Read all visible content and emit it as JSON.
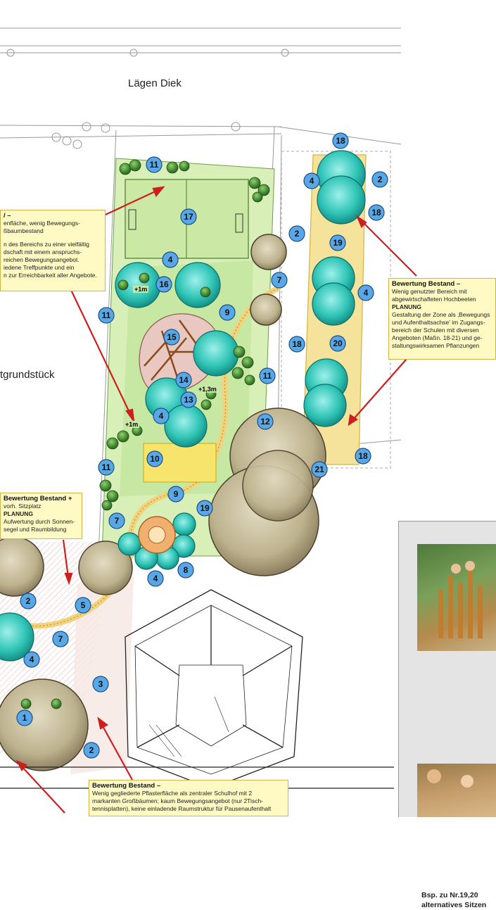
{
  "street_name": "Lägen Diek",
  "plot_label": "tgrundstück",
  "notes": {
    "left_top": {
      "heading": "/ –",
      "lines": [
        "enfläche, wenig Bewegungs-",
        "ßbaumbestand",
        "",
        "n des Bereichs zu einer vielfältig",
        "dschaft mit einem anspruchs-",
        "reichen Bewegungsangebot.",
        "iedene Treffpunkte und ein",
        "n zur Erreichbarkeit aller Angebote."
      ]
    },
    "right": {
      "heading": "Bewertung Bestand –",
      "lines": [
        "Wenig genutzter Bereich mit",
        "abgewirtschafteten Hochbeeten"
      ],
      "planning_label": "PLANUNG",
      "planning_lines": [
        "Gestaltung der Zone als ‚Bewegungs",
        "und Aufenthaltsachse' im Zugangs-",
        "bereich der Schulen mit diversen",
        "Angeboten (Maßn. 18-21) und ge-",
        "staltungswirksamen Pflanzungen"
      ]
    },
    "left_mid": {
      "heading": "Bewertung Bestand +",
      "lines": [
        "vorh. Sitzplatz"
      ],
      "planning_label": "PLANUNG",
      "planning_lines": [
        "Aufwertung durch Sonnen-",
        "segel und Raumbildung"
      ]
    },
    "bottom": {
      "heading": "Bewertung Bestand –",
      "lines": [
        "Wenig gegliederte Pflasterfläche als zentraler Schulhof mit 2",
        "markanten Großbäumen; kaum Bewegungsangebot (nur 2Tisch-",
        "tennisplatten), keine einladende Raumstruktur für Pausenaufenthalt"
      ]
    }
  },
  "panel": {
    "caption_line1": "Bsp. zu Nr.19,20",
    "caption_line2": "alternatives Sitzen"
  },
  "height_labels": [
    "+1m",
    "+1,3m",
    "+1m"
  ],
  "markers": [
    "18",
    "11",
    "2",
    "4",
    "18",
    "17",
    "2",
    "19",
    "4",
    "7",
    "16",
    "4",
    "9",
    "11",
    "15",
    "20",
    "18",
    "14",
    "11",
    "+1,3m",
    "13",
    "4",
    "12",
    "10",
    "11",
    "18",
    "21",
    "9",
    "19",
    "7",
    "8",
    "4",
    "2",
    "5",
    "7",
    "4",
    "3",
    "1",
    "2"
  ]
}
